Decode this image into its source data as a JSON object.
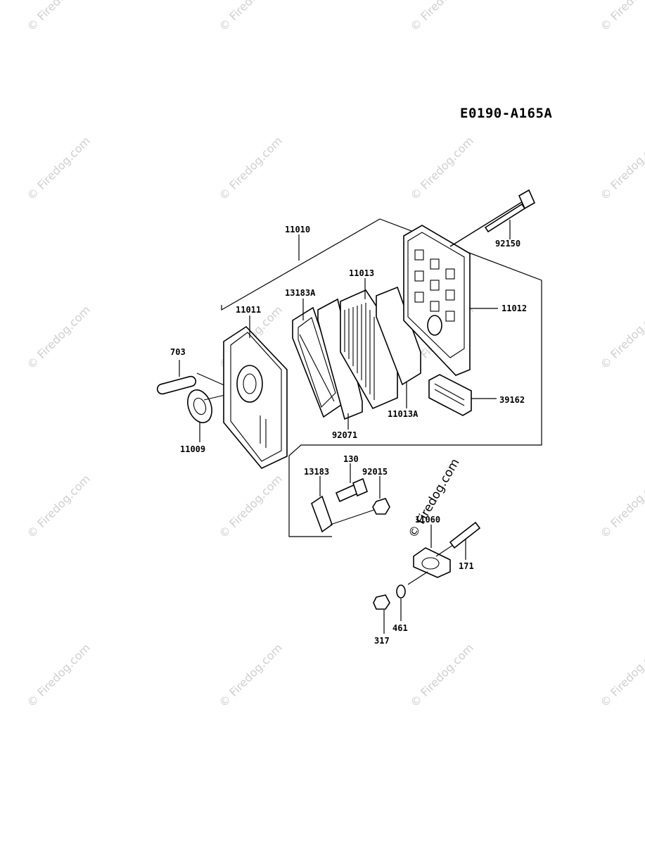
{
  "diagram_code": "E0190-A165A",
  "watermark": "© Firedog.com",
  "labels": {
    "p11010": "11010",
    "p92150": "92150",
    "p11013": "11013",
    "p13183A": "13183A",
    "p11011": "11011",
    "p11012": "11012",
    "p703": "703",
    "p39162": "39162",
    "p11013A": "11013A",
    "p92071": "92071",
    "p11009": "11009",
    "p130": "130",
    "p13183": "13183",
    "p92015": "92015",
    "p11060": "11060",
    "p171": "171",
    "p461": "461",
    "p317": "317"
  }
}
